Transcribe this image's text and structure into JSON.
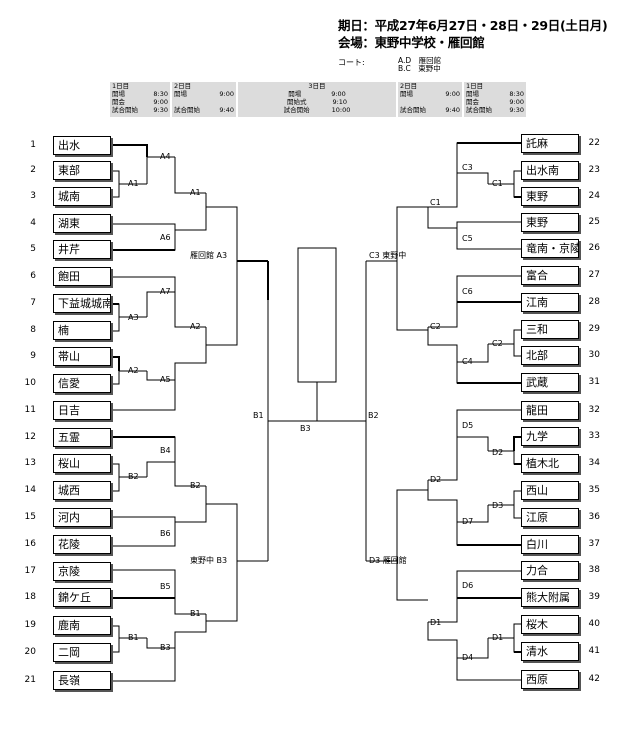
{
  "header": {
    "period": "期日：平成27年6月27日・28日・29日(土日月)",
    "venue": "会場：東野中学校・雁回館"
  },
  "court": {
    "label": "コート:",
    "line1": "A.D　雁回館",
    "line2": "B.C　東野中"
  },
  "schedule": {
    "day1": {
      "title": "1日目",
      "r1k": "開場",
      "r1v": "8:30",
      "r2k": "開会",
      "r2v": "9:00",
      "r3k": "試合開始",
      "r3v": "9:30"
    },
    "day2a": {
      "title": "2日目",
      "r1k": "開場",
      "r1v": "9:00",
      "r3k": "試合開始",
      "r3v": "9:40"
    },
    "day3": {
      "title": "3日目",
      "r1k": "開場",
      "r1v": "9:00",
      "r2k": "開始式",
      "r2v": "9:10",
      "r3k": "試合開始",
      "r3v": "10:00"
    },
    "day2b": {
      "title": "2日目",
      "r1k": "開場",
      "r1v": "9:00",
      "r3k": "試合開始",
      "r3v": "9:40"
    },
    "day1b": {
      "title": "1日目",
      "r1k": "開場",
      "r1v": "8:30",
      "r2k": "開会",
      "r2v": "9:00",
      "r3k": "試合開始",
      "r3v": "9:30"
    }
  },
  "left_teams": [
    {
      "no": "1",
      "name": "出水"
    },
    {
      "no": "2",
      "name": "東部"
    },
    {
      "no": "3",
      "name": "城南"
    },
    {
      "no": "4",
      "name": "湖東"
    },
    {
      "no": "5",
      "name": "井芹"
    },
    {
      "no": "6",
      "name": "飽田"
    },
    {
      "no": "7",
      "name": "下益城城南"
    },
    {
      "no": "8",
      "name": "楠"
    },
    {
      "no": "9",
      "name": "帯山"
    },
    {
      "no": "10",
      "name": "信愛"
    },
    {
      "no": "11",
      "name": "日吉"
    },
    {
      "no": "12",
      "name": "五霊"
    },
    {
      "no": "13",
      "name": "桜山"
    },
    {
      "no": "14",
      "name": "城西"
    },
    {
      "no": "15",
      "name": "河内"
    },
    {
      "no": "16",
      "name": "花陵"
    },
    {
      "no": "17",
      "name": "京陵"
    },
    {
      "no": "18",
      "name": "錦ケ丘"
    },
    {
      "no": "19",
      "name": "鹿南"
    },
    {
      "no": "20",
      "name": "二岡"
    },
    {
      "no": "21",
      "name": "長嶺"
    }
  ],
  "right_teams": [
    {
      "no": "22",
      "name": "託麻"
    },
    {
      "no": "23",
      "name": "出水南"
    },
    {
      "no": "24",
      "name": "東野"
    },
    {
      "no": "25",
      "name": "東野"
    },
    {
      "no": "26",
      "name": "竜南・京陵"
    },
    {
      "no": "27",
      "name": "富合"
    },
    {
      "no": "28",
      "name": "江南"
    },
    {
      "no": "29",
      "name": "三和"
    },
    {
      "no": "30",
      "name": "北部"
    },
    {
      "no": "31",
      "name": "武蔵"
    },
    {
      "no": "32",
      "name": "龍田"
    },
    {
      "no": "33",
      "name": "九学"
    },
    {
      "no": "34",
      "name": "植木北"
    },
    {
      "no": "35",
      "name": "西山"
    },
    {
      "no": "36",
      "name": "江原"
    },
    {
      "no": "37",
      "name": "白川"
    },
    {
      "no": "38",
      "name": "力合"
    },
    {
      "no": "39",
      "name": "熊大附属"
    },
    {
      "no": "40",
      "name": "桜木"
    },
    {
      "no": "41",
      "name": "清水"
    },
    {
      "no": "42",
      "name": "西原"
    }
  ],
  "match_labels": {
    "a4": "A4",
    "a1a": "A1",
    "a1b": "A1",
    "a6": "A6",
    "a3": "雁回館 A3",
    "a7": "A7",
    "a3b": "A3",
    "a2a": "A2",
    "a2b": "A2",
    "a5": "A5",
    "b4": "B4",
    "b2a": "B2",
    "b2b": "B2",
    "b6": "B6",
    "b3": "東野中 B3",
    "b5": "B5",
    "b1a": "B1",
    "b1b": "B1",
    "b3b": "B3",
    "b1c": "B1",
    "b3c": "B3",
    "b2c": "B2",
    "c3": "C3",
    "c1a": "C1",
    "c1b": "C1",
    "c5": "C5",
    "c3b": "C3 東野中",
    "c6": "C6",
    "c2a": "C2",
    "c2b": "C2",
    "c4": "C4",
    "d5": "D5",
    "d2a": "D2",
    "d2b": "D2",
    "d3": "D3",
    "d7": "D7",
    "d3b": "D3 雁回館",
    "d6": "D6",
    "d1a": "D1",
    "d1b": "D1",
    "d4": "D4"
  }
}
